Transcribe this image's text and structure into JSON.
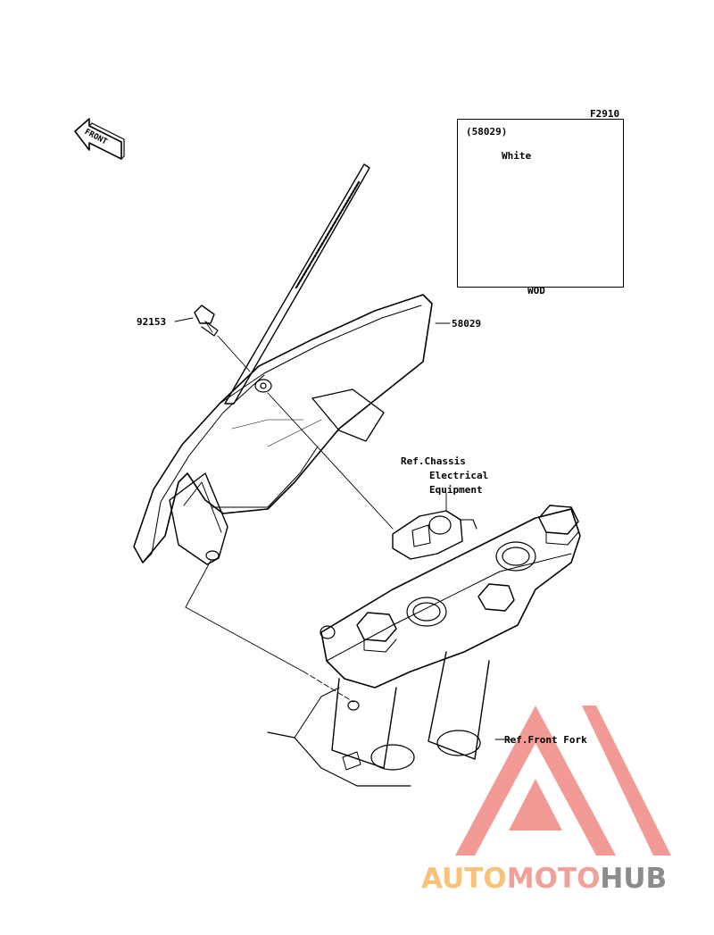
{
  "diagram_code": "F2910",
  "front_arrow_label": "FRONT",
  "inset": {
    "part_ref": "(58029)",
    "color_label": "White",
    "variant_label": "WOD"
  },
  "parts": {
    "bolt": "92153",
    "cover": "58029"
  },
  "references": {
    "chassis_line1": "Ref.Chassis",
    "chassis_line2": "Electrical",
    "chassis_line3": "Equipment",
    "front_fork": "Ref.Front Fork"
  },
  "watermark": {
    "part1": "AUTO",
    "part2": "MOTO",
    "part3": "HUB",
    "color_auto": "#f8c27a",
    "color_moto": "#f2a09a",
    "color_hub": "#8c8c8c",
    "logo_color": "#f08a84"
  }
}
